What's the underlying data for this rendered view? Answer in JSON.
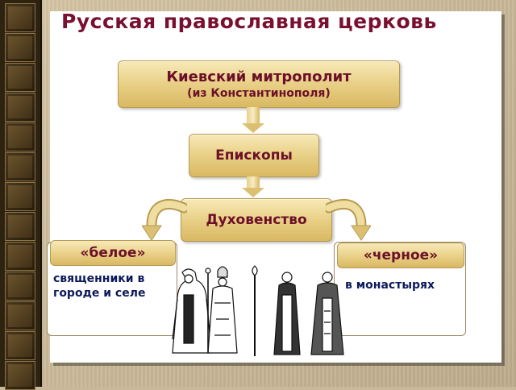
{
  "title": "Русская православная церковь",
  "nodes": {
    "kiev_main": "Киевский митрополит",
    "kiev_sub": "(из Константинополя)",
    "bishops": "Епископы",
    "clergy": "Духовенство"
  },
  "groups": {
    "white": {
      "label": "«белое»",
      "description": "священники в городе и селе"
    },
    "black": {
      "label": "«черное»",
      "description": "в монастырях"
    }
  },
  "colors": {
    "title": "#7a1030",
    "box_text": "#6b1028",
    "description_text": "#0c1a5a",
    "box_fill": "#ead28a"
  }
}
